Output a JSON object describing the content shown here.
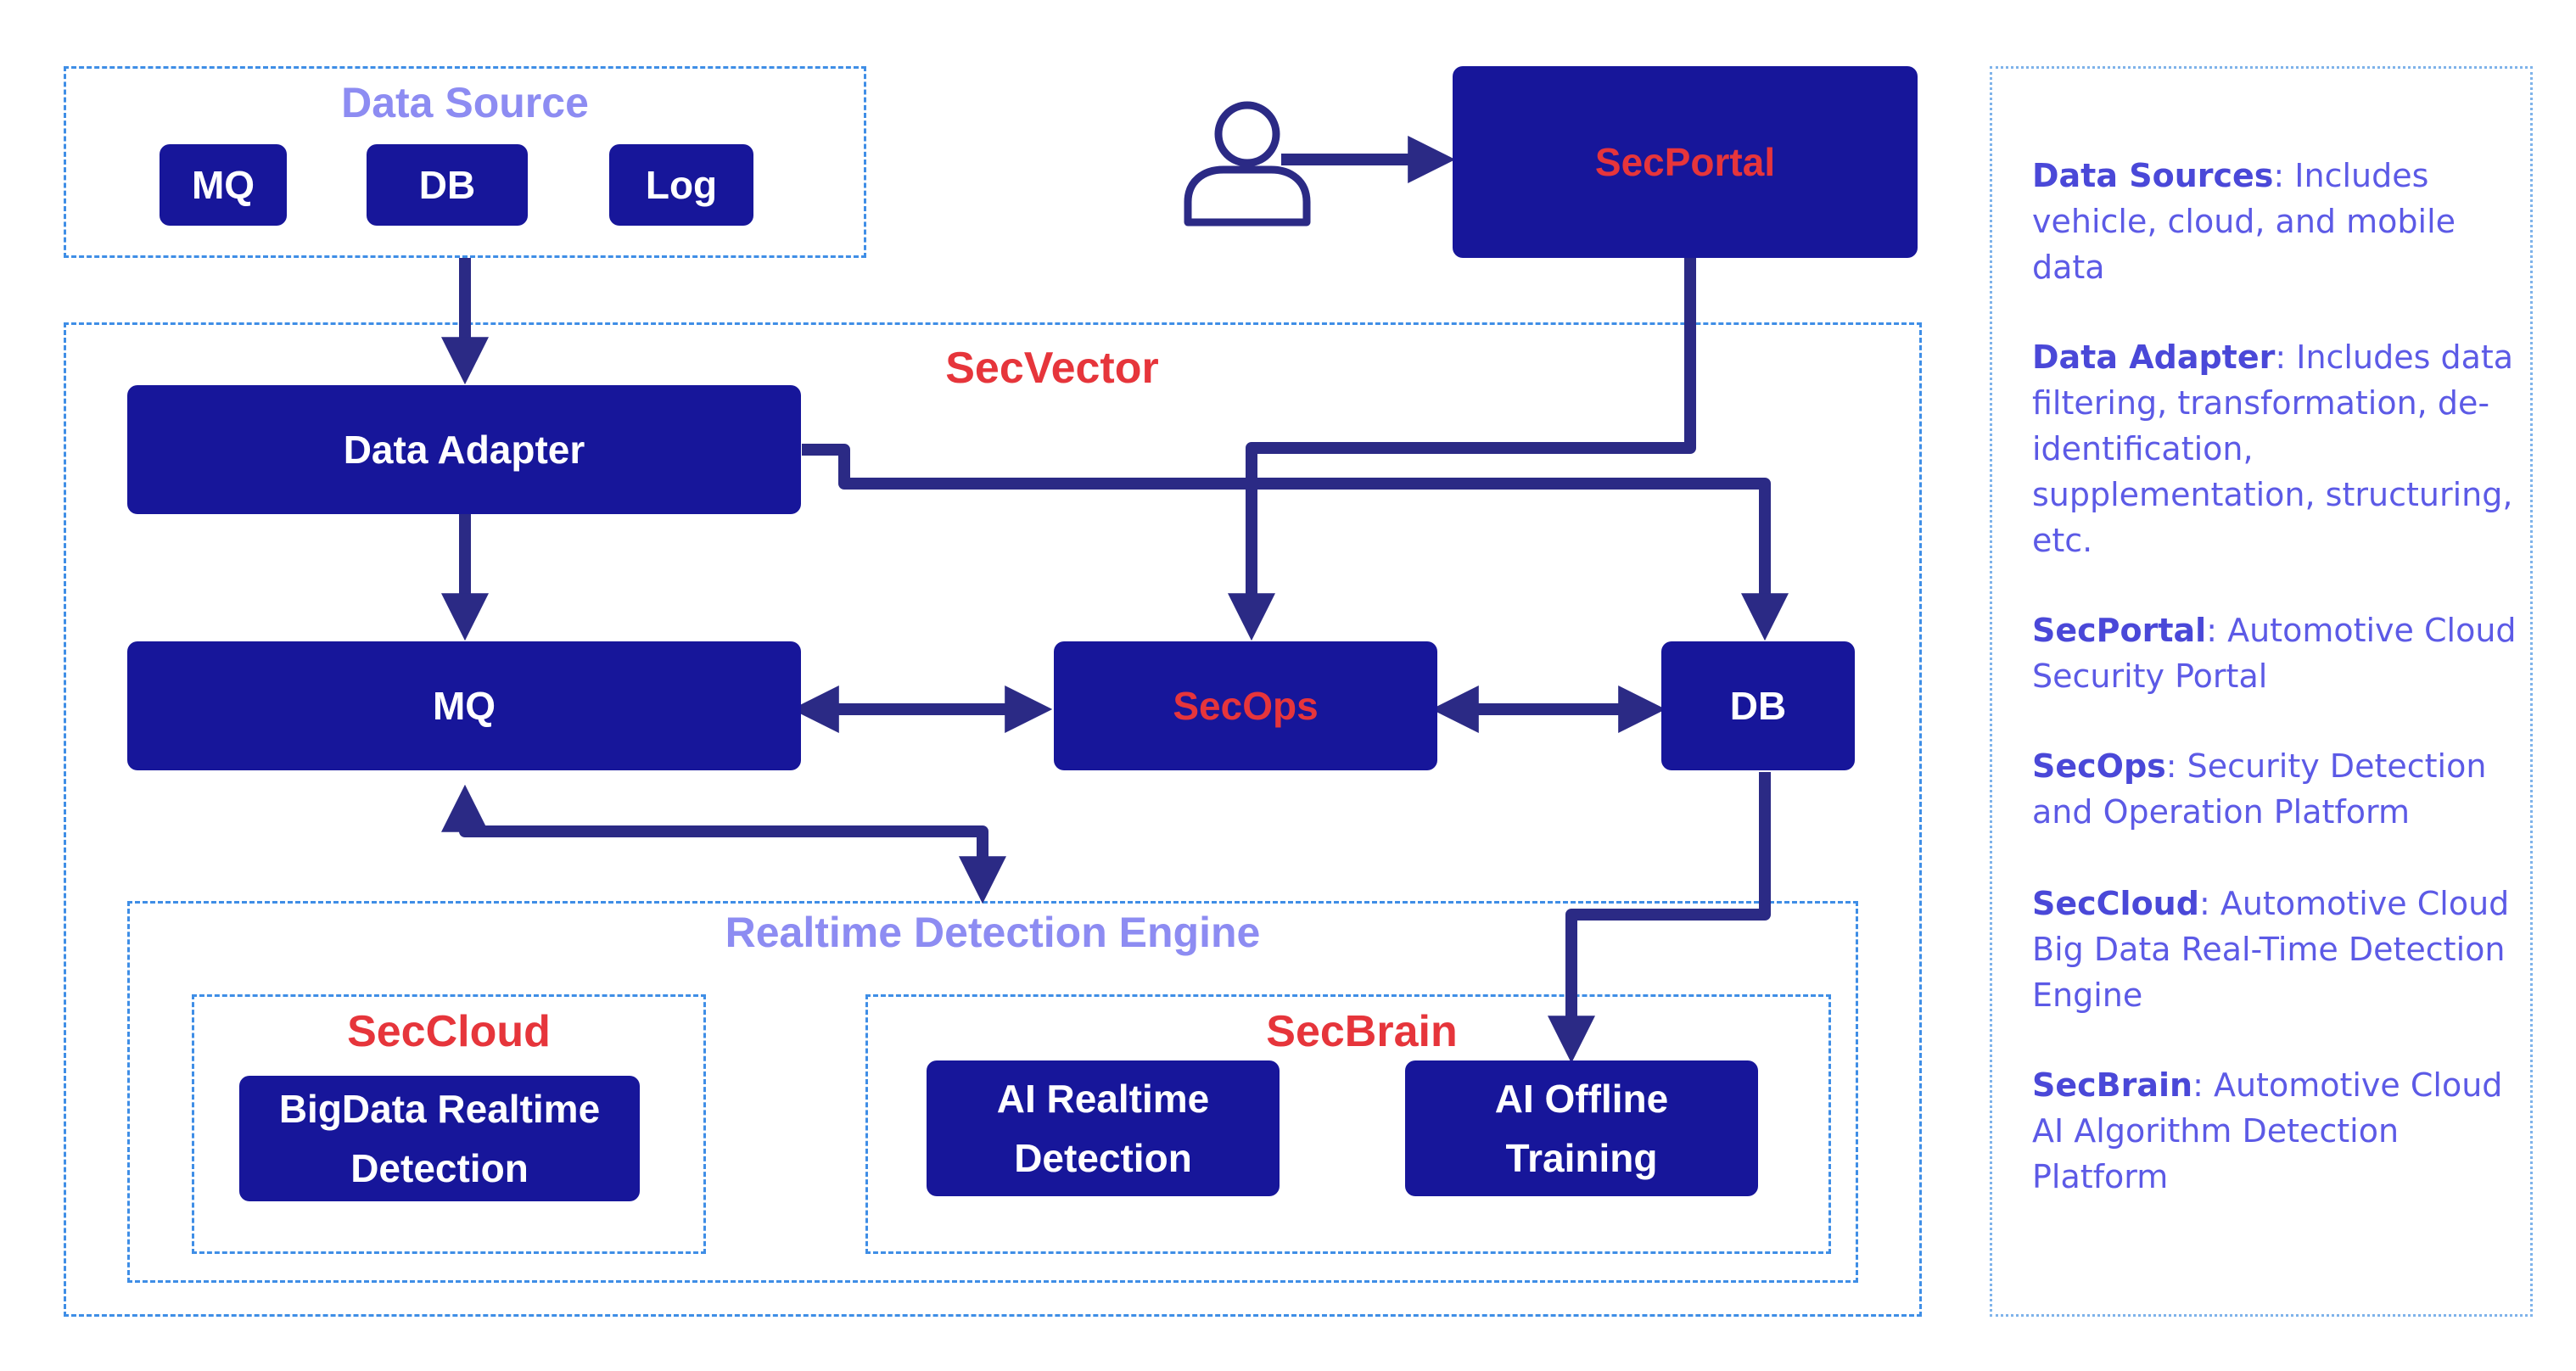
{
  "data_source": {
    "title": "Data Source",
    "items": [
      "MQ",
      "DB",
      "Log"
    ]
  },
  "sec_portal": {
    "label": "SecPortal"
  },
  "sec_vector": {
    "title": "SecVector",
    "data_adapter": "Data Adapter",
    "mq": "MQ",
    "sec_ops": "SecOps",
    "db": "DB"
  },
  "realtime_engine": {
    "title": "Realtime Detection Engine",
    "sec_cloud": {
      "title": "SecCloud",
      "item": "BigData Realtime\nDetection"
    },
    "sec_brain": {
      "title": "SecBrain",
      "items": [
        "AI Realtime\nDetection",
        "AI Offline\nTraining"
      ]
    }
  },
  "legend": [
    {
      "term": "Data Sources",
      "desc": ": Includes vehicle, cloud, and mobile data"
    },
    {
      "term": "Data Adapter",
      "desc": ": Includes data filtering, transformation, de-identification, supplementation, structuring, etc."
    },
    {
      "term": "SecPortal",
      "desc": ": Automotive Cloud Security Portal"
    },
    {
      "term": "SecOps",
      "desc": ": Security Detection and Operation Platform"
    },
    {
      "term": "SecCloud",
      "desc": ": Automotive Cloud Big Data Real-Time Detection Engine"
    },
    {
      "term": "SecBrain",
      "desc": ": Automotive Cloud AI Algorithm Detection Platform"
    }
  ],
  "colors": {
    "box": "#17169a",
    "arrow": "#2b2a85",
    "accent_red": "#e6353b",
    "lavender": "#8d8cf2",
    "dashed_border": "#3f8ee6",
    "legend_text": "#5c5ae6"
  },
  "icons": [
    "user-icon"
  ]
}
